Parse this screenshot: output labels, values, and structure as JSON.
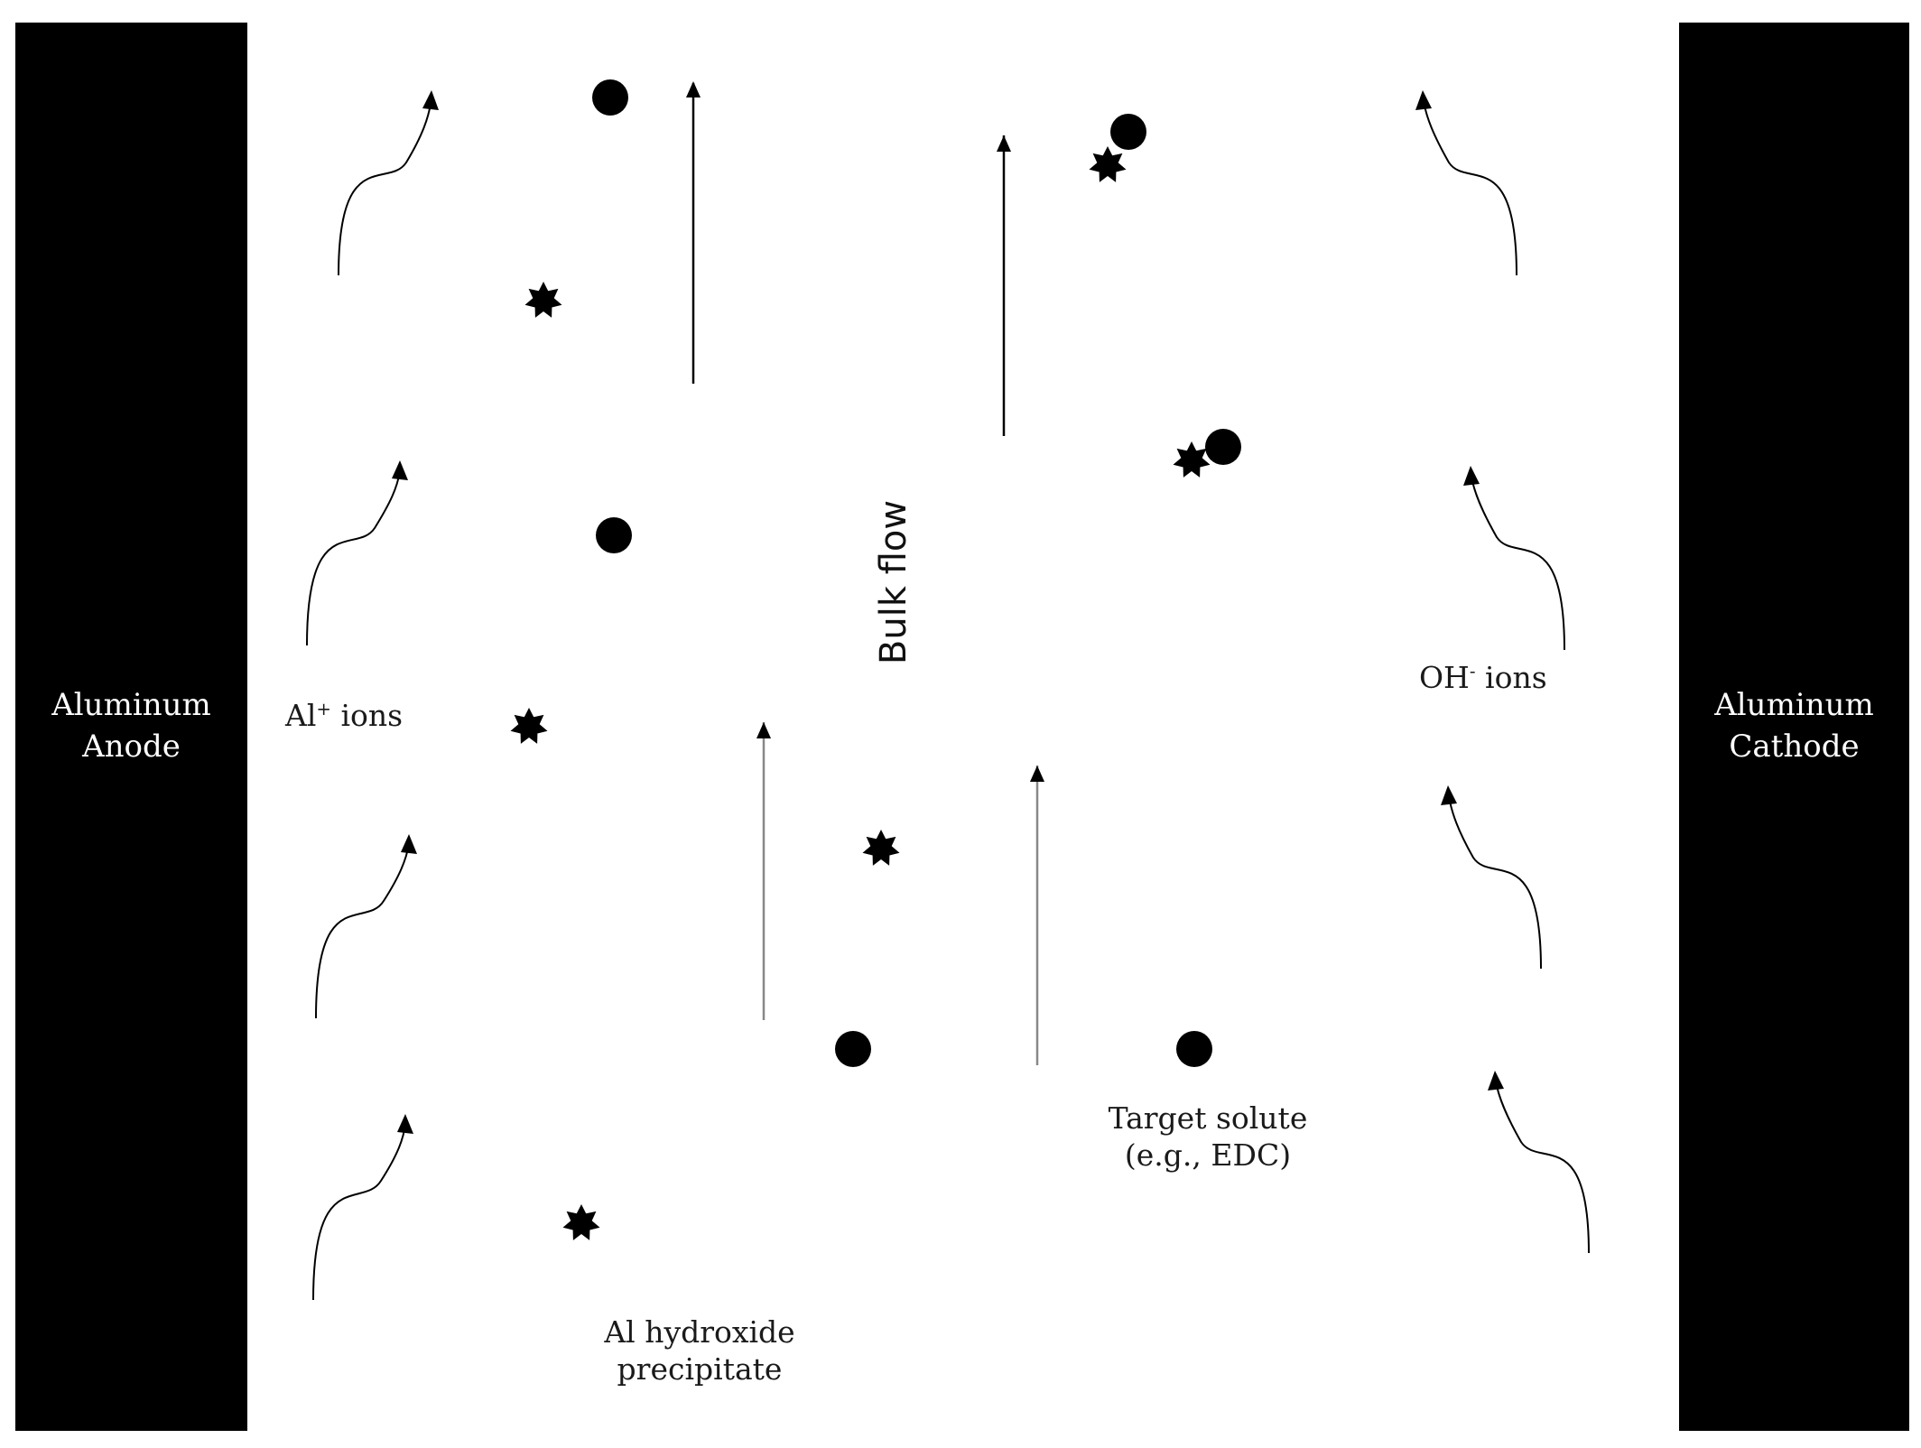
{
  "electrodes": {
    "anode": {
      "line1": "Aluminum",
      "line2": "Anode"
    },
    "cathode": {
      "line1": "Aluminum",
      "line2": "Cathode"
    }
  },
  "labels": {
    "al_ion": {
      "base": "Al",
      "sup": "+",
      "rest": " ions"
    },
    "oh_ion": {
      "base": "OH",
      "sup": "-",
      "rest": " ions"
    },
    "bulk_flow": "Bulk flow",
    "target_solute": {
      "line1": "Target solute",
      "line2": "(e.g., EDC)"
    },
    "precipitate": {
      "line1": "Al hydroxide",
      "line2": "precipitate"
    }
  },
  "colors": {
    "electrode": "#000000",
    "background": "#ffffff",
    "ink": "#000000",
    "light_arrow": "#888888"
  },
  "icons": {
    "solute": "filled-circle-icon",
    "precipitate": "star-burst-icon"
  }
}
